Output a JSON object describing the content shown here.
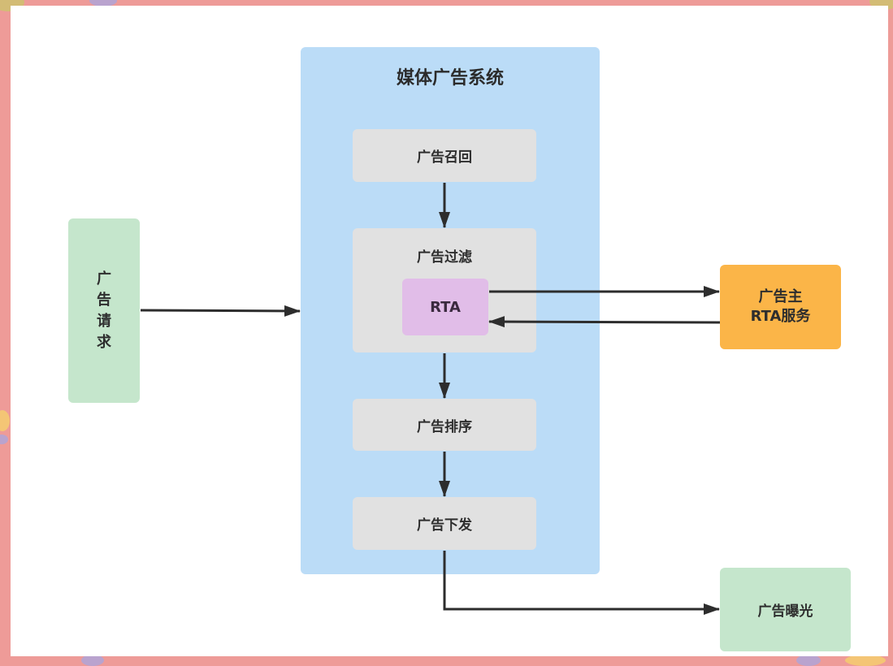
{
  "diagram": {
    "system": {
      "title": "媒体广告系统",
      "steps": {
        "recall": "广告召回",
        "filter": "广告过滤",
        "rta": "RTA",
        "ranking": "广告排序",
        "delivery": "广告下发"
      }
    },
    "request": {
      "chars": [
        "广",
        "告",
        "请",
        "求"
      ]
    },
    "advertiser": {
      "line1": "广告主",
      "line2": "RTA服务"
    },
    "exposure": {
      "label": "广告曝光"
    },
    "colors": {
      "frame": "#ee9b98",
      "system": "#bbdcf7",
      "step": "#e1e1e1",
      "rta": "#e1bde8",
      "request": "#c5e6cc",
      "advertiser": "#fbb548",
      "exposure": "#c5e6cc",
      "arrow": "#2d2d2d"
    },
    "edges": [
      {
        "from": "广告请求",
        "to": "媒体广告系统"
      },
      {
        "from": "广告召回",
        "to": "广告过滤"
      },
      {
        "from": "RTA",
        "to": "广告主 RTA服务"
      },
      {
        "from": "广告主 RTA服务",
        "to": "RTA"
      },
      {
        "from": "广告过滤",
        "to": "广告排序"
      },
      {
        "from": "广告排序",
        "to": "广告下发"
      },
      {
        "from": "广告下发",
        "to": "广告曝光"
      }
    ]
  }
}
